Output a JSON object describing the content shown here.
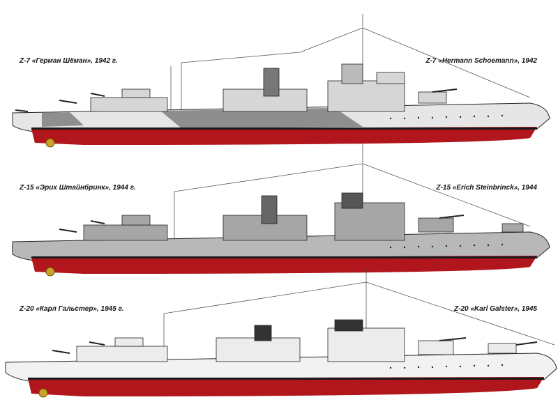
{
  "ships": [
    {
      "label_ru": "Z-7 «Герман Шёман», 1942 г.",
      "label_en": "Z-7 «Hermann Schoemann», 1942",
      "scheme": "camo"
    },
    {
      "label_ru": "Z-15 «Эрих Штайнбринк», 1944 г.",
      "label_en": "Z-15 «Erich Steinbrinck», 1944",
      "scheme": "grey"
    },
    {
      "label_ru": "Z-20 «Карл Гальстер», 1945 г.",
      "label_en": "Z-20 «Karl Galster», 1945",
      "scheme": "light"
    }
  ],
  "colors": {
    "hull_red": "#b0161c",
    "boot_black": "#1a1a1a",
    "camo_light": "#e6e6e6",
    "camo_dark": "#8e8e8e",
    "grey_hull": "#b8b8b8",
    "light_hull": "#f2f2f2",
    "propeller": "#c9a227"
  }
}
